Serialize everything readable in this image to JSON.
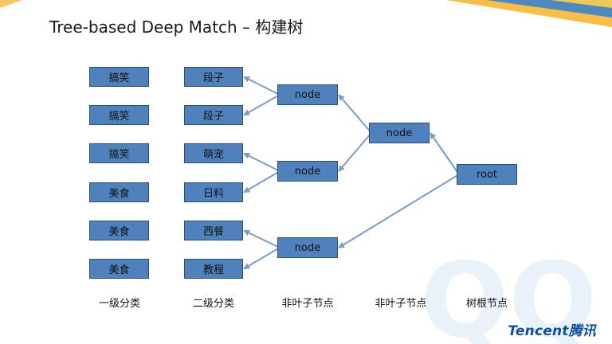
{
  "title": "Tree-based Deep Match – 构建树",
  "colors": {
    "box_fill": "#4f81bd",
    "box_border": "#2c4d75",
    "edge": "#7a9cc6",
    "brand": "#0b4ea2"
  },
  "level1": [
    "搞笑",
    "搞笑",
    "搞笑",
    "美食",
    "美食",
    "美食"
  ],
  "level2": [
    "段子",
    "段子",
    "萌宠",
    "日料",
    "西餐",
    "教程"
  ],
  "nonleaf1": [
    "node",
    "node",
    "node"
  ],
  "nonleaf2": [
    "node"
  ],
  "root": "root",
  "column_labels": [
    "一级分类",
    "二级分类",
    "非叶子节点",
    "非叶子节点",
    "树根节点"
  ],
  "brand": {
    "logo_text": "Tencent腾讯"
  }
}
